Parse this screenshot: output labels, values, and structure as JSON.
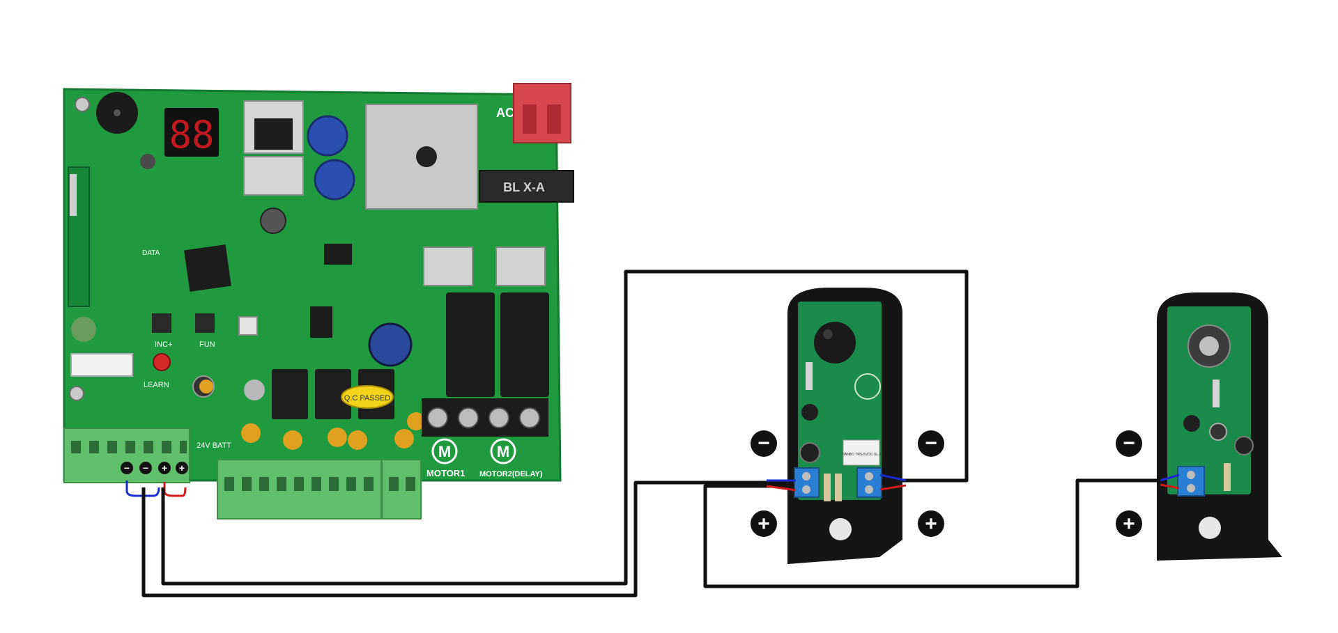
{
  "colors": {
    "board_green": "#1f9a3e",
    "board_dark": "#136a2a",
    "terminal_green": "#5fbf6b",
    "relay_black": "#1c1c1c",
    "wire": "#111111",
    "wire_red": "#d11a1a",
    "wire_blue": "#1a2ad1",
    "housing_black": "#151515",
    "connector_blue": "#2a7fd4",
    "ac_red": "#d8464e"
  },
  "board": {
    "display_digits": "88",
    "ac_label": "AC",
    "batt_label": "24V BATT",
    "qc_label": "Q.C PASSED",
    "motor1_label": "MOTOR1",
    "motor2_label": "MOTOR2(DELAY)",
    "motor_logo": "M",
    "data_label": "DATA",
    "inc_label": "INC+",
    "fun_label": "FUN",
    "learn_label": "LEARN",
    "bridge_label": "BL X-A",
    "terminal_signs": [
      "−",
      "−",
      "+",
      "+"
    ]
  },
  "sensor_left": {
    "minus": "−",
    "plus": "+",
    "minus_right": "−",
    "plus_right": "+",
    "relay_text": "TIANBO TRS-5VDC-SL-2"
  },
  "sensor_right": {
    "minus": "−",
    "plus": "+"
  }
}
